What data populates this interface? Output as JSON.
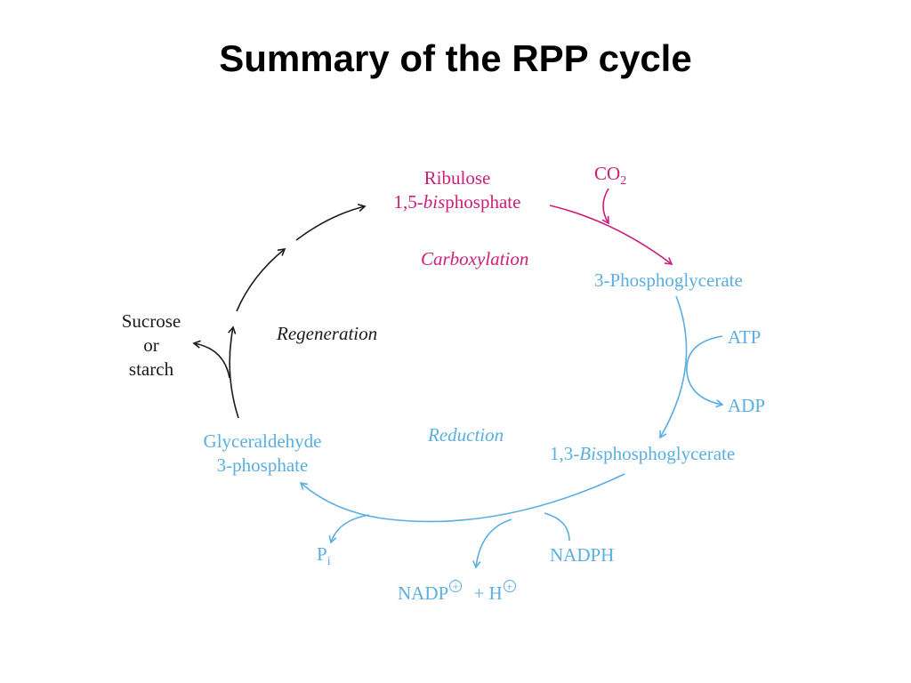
{
  "title": "Summary of the RPP cycle",
  "colors": {
    "carboxylation": "#cc1f7a",
    "reduction": "#5aaee0",
    "regeneration": "#1a1a1a"
  },
  "nodes": {
    "rubp_line1": "Ribulose",
    "rubp_line2_prefix": "1,5-",
    "rubp_line2_italic": "bis",
    "rubp_line2_suffix": "phosphate",
    "co2_base": "CO",
    "co2_sub": "2",
    "pga": "3-Phosphoglycerate",
    "atp": "ATP",
    "adp": "ADP",
    "bpg_prefix": "1,3-",
    "bpg_italic": "Bis",
    "bpg_suffix": "phosphoglycerate",
    "g3p_line1": "Glyceraldehyde",
    "g3p_line2": "3-phosphate",
    "pi_base": "P",
    "pi_sub": "i",
    "nadph": "NADPH",
    "nadp": "NADP",
    "plus": "+ H",
    "circled_plus": "+",
    "sucrose_line1": "Sucrose",
    "sucrose_line2": "or",
    "sucrose_line3": "starch"
  },
  "phases": {
    "carboxylation": "Carboxylation",
    "reduction": "Reduction",
    "regeneration": "Regeneration"
  }
}
